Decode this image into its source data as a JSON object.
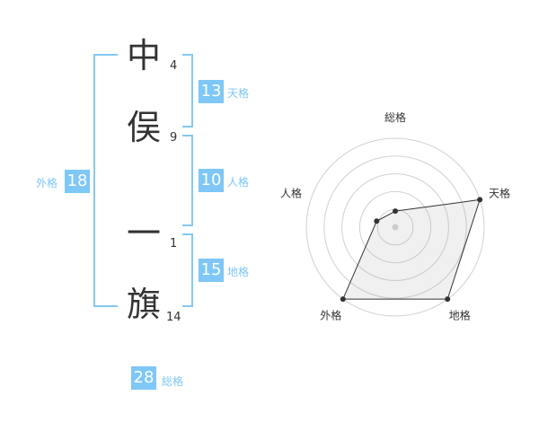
{
  "name": {
    "chars": [
      {
        "char": "中",
        "strokes": "4"
      },
      {
        "char": "俣",
        "strokes": "9"
      },
      {
        "char": "一",
        "strokes": "1"
      },
      {
        "char": "旗",
        "strokes": "14"
      }
    ]
  },
  "fortunes": {
    "tenkaku": {
      "value": "13",
      "label": "天格"
    },
    "jinkaku": {
      "value": "10",
      "label": "人格"
    },
    "chikaku": {
      "value": "15",
      "label": "地格"
    },
    "gaikaku": {
      "value": "18",
      "label": "外格"
    },
    "soukaku": {
      "value": "28",
      "label": "総格"
    }
  },
  "colors": {
    "accent": "#7ec7f6",
    "text": "#333333",
    "grid": "#d0d0d0"
  },
  "chart_data": {
    "type": "radar",
    "axes": [
      "総格",
      "天格",
      "地格",
      "外格",
      "人格"
    ],
    "values": [
      0.9,
      5,
      5,
      5,
      1.1
    ],
    "rmax": 5,
    "rings": 5,
    "center_marker": true
  }
}
